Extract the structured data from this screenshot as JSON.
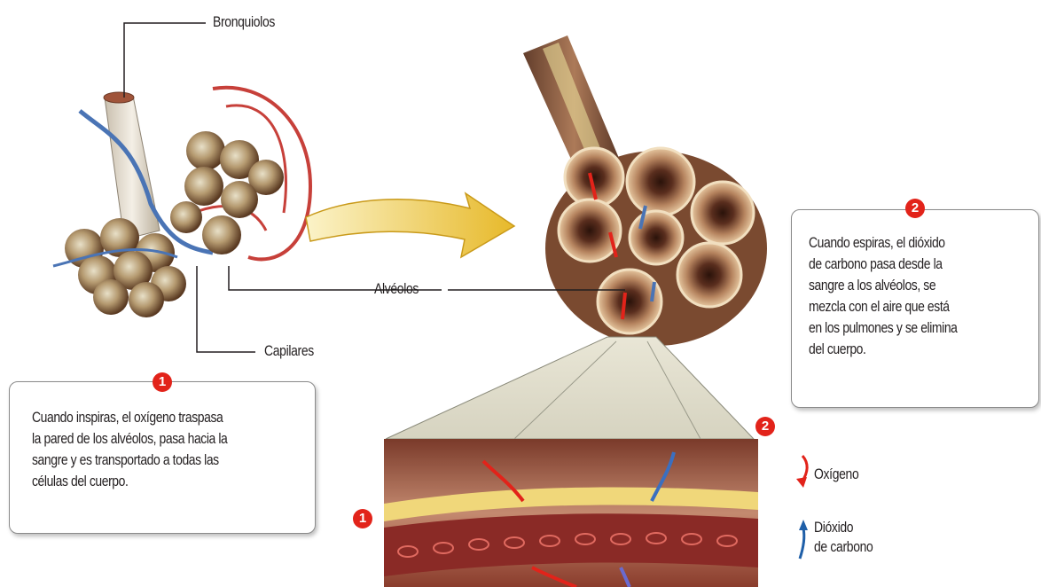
{
  "labels": {
    "bronquiolos": "Bronquiolos",
    "alveolos": "Alvéolos",
    "capilares": "Capilares"
  },
  "box1": {
    "number": "1",
    "lines": [
      "Cuando inspiras, el oxígeno traspasa",
      "la pared de los alvéolos, pasa hacia la",
      "sangre y es transportado a todas las",
      "células del cuerpo."
    ]
  },
  "box2": {
    "number": "2",
    "lines": [
      "Cuando espiras, el dióxido",
      "de carbono pasa desde la",
      "sangre a los alvéolos, se",
      "mezcla con el aire que está",
      "en los pulmones y se elimina",
      "del cuerpo."
    ]
  },
  "markers": {
    "one": "1",
    "two": "2"
  },
  "legend": {
    "oxygen": "Oxígeno",
    "co2_line1": "Dióxido",
    "co2_line2": "de carbono"
  },
  "colors": {
    "accent_red": "#e2231a",
    "oxygen_arrow": "#e2231a",
    "co2_arrow": "#1f5fa8",
    "arrow_yellow": "#f2d24a"
  }
}
